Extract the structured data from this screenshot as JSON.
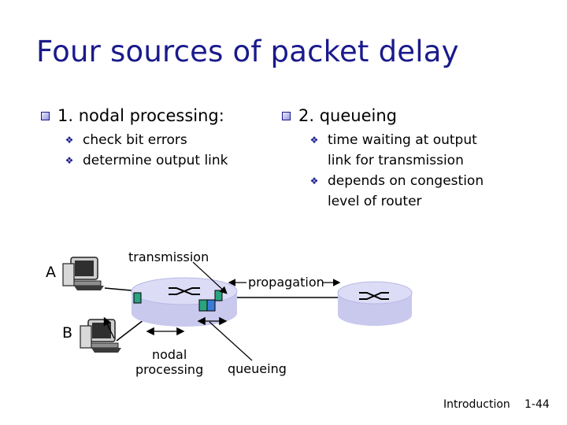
{
  "title": "Four sources of packet delay",
  "left": {
    "heading": "1. nodal processing:",
    "items": [
      "check bit errors",
      "determine output link"
    ]
  },
  "right": {
    "heading": "2. queueing",
    "items": [
      "time waiting at output link for transmission",
      "depends on congestion level of router"
    ]
  },
  "diagram": {
    "host_a": "A",
    "host_b": "B",
    "transmission": "transmission",
    "propagation": "propagation",
    "nodal_line1": "nodal",
    "nodal_line2": "processing",
    "queueing": "queueing"
  },
  "footer": {
    "section": "Introduction",
    "page": "1-44"
  },
  "colors": {
    "title": "#1a1a8c",
    "router": "#c9c9ee",
    "packet": "#2aa37f",
    "queue_packet": "#3a7bd5"
  }
}
